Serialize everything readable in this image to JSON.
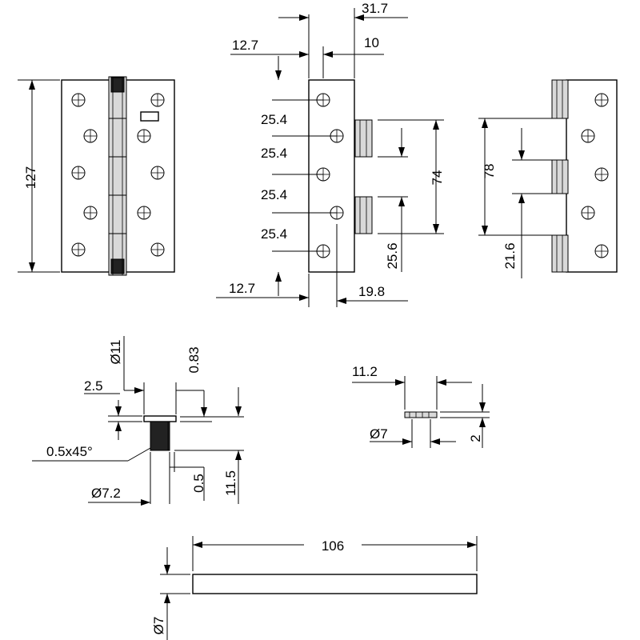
{
  "dimensions": {
    "front_height": "127",
    "side_width_total": "31.7",
    "side_margin_top": "12.7",
    "side_offset": "10",
    "pitch_1": "25.4",
    "pitch_2": "25.4",
    "pitch_3": "25.4",
    "pitch_4": "25.4",
    "side_margin_bottom": "12.7",
    "side_hole_offset": "19.8",
    "knuckle_span_74": "74",
    "knuckle_gap_25_6": "25.6",
    "back_span_78": "78",
    "back_bottom_21_6": "21.6",
    "pin_head_diameter": "Ø11",
    "pin_head_thickness": "0.83",
    "pin_offset": "2.5",
    "chamfer": "0.5x45°",
    "pin_diameter": "Ø7.2",
    "pin_gap": "0.5",
    "pin_length": "11.5",
    "washer_width": "11.2",
    "washer_diameter": "Ø7",
    "washer_thickness": "2",
    "rod_length": "106",
    "rod_diameter": "Ø7"
  }
}
